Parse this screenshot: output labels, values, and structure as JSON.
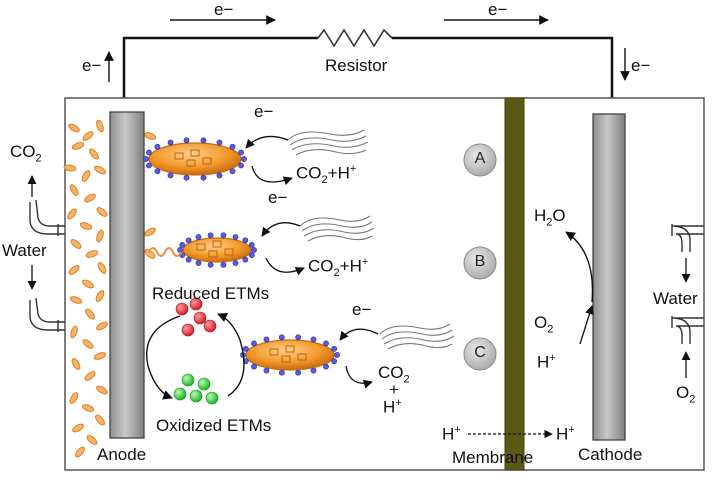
{
  "electron": "e−",
  "resistor_label": "Resistor",
  "anode_label": "Anode",
  "cathode_label": "Cathode",
  "membrane_label": "Membrane",
  "co2": {
    "main": "CO",
    "sub": "2"
  },
  "water": "Water",
  "products": {
    "a": "CO2+H+",
    "b": "CO2+H+",
    "c_co2": "CO2",
    "c_plus": "+",
    "c_h": "H+"
  },
  "reduced_etms": "Reduced ETMs",
  "oxidized_etms": "Oxidized ETMs",
  "sites": {
    "a": "A",
    "b": "B",
    "c": "C"
  },
  "cathode_side": {
    "h2o": "H2O",
    "o2": "O2",
    "h": "H+",
    "o2_in": "O2"
  },
  "proton_transfer": {
    "left": "H+",
    "right": "H+"
  },
  "colors": {
    "chamber": "#555555",
    "electrode": "#a9a9a9",
    "membrane": "#5b5a14",
    "bacteria": "#f39a2c",
    "etm_dot": "#4a4ad8",
    "reduced": "#e8333f",
    "oxidized": "#2fcf3a"
  }
}
